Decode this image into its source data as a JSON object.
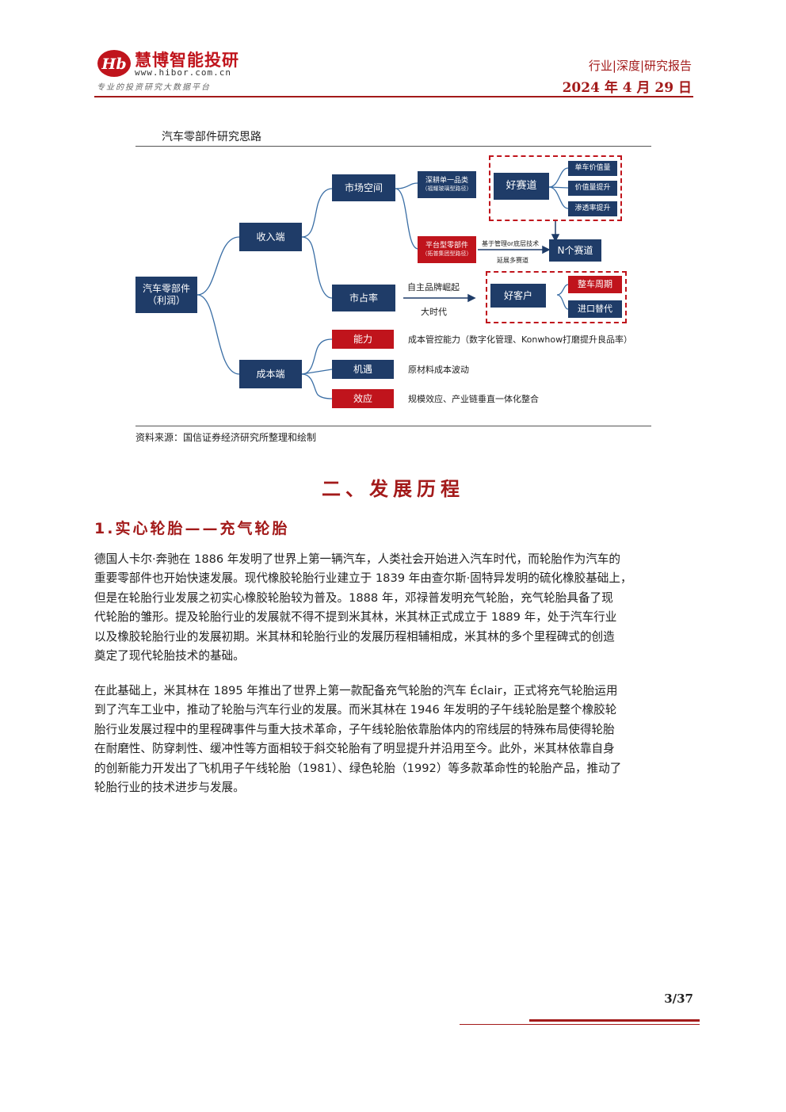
{
  "header": {
    "logo_text": "慧博智能投研",
    "logo_url": "www.hibor.com.cn",
    "logo_slogan": "专业的投资研究大数据平台",
    "report_type": "行业|深度|研究报告",
    "date": "2024 年 4 月 29 日",
    "brand_color": "#c0141c"
  },
  "figure": {
    "title": "汽车零部件研究思路",
    "source": "资料来源：国信证券经济研究所整理和绘制",
    "nodes": {
      "root": [
        "汽车零部件",
        "（利润）"
      ],
      "revenue": "收入端",
      "cost": "成本端",
      "market_space": "市场空间",
      "market_share": "市占率",
      "single_category": "深耕单一品类",
      "single_category_note": "（福耀玻璃型路径）",
      "platform": "平台型零部件",
      "platform_note": "（拓普集团型路径）",
      "good_track": "好赛道",
      "vehicle_value": "单车价值量",
      "value_increase": "价值量提升",
      "penetration": "渗透率提升",
      "n_tracks": "N个赛道",
      "tech_note": "基于管理or底层技术",
      "extend_note": "延展多赛道",
      "self_brand": "自主品牌崛起",
      "big_era": "大时代",
      "good_customer": "好客户",
      "vehicle_cycle": "整车周期",
      "import_sub": "进口替代",
      "ability": "能力",
      "ability_desc": "成本管控能力（数字化管理、Konwhow打磨提升良品率）",
      "opportunity": "机遇",
      "opportunity_desc": "原材料成本波动",
      "effect": "效应",
      "effect_desc": "规模效应、产业链垂直一体化整合"
    },
    "colors": {
      "blue": "#1f3c68",
      "red": "#c0141c",
      "line": "#3a6ea5"
    }
  },
  "section_heading": "二、发展历程",
  "sub_heading": "1.实心轮胎——充气轮胎",
  "paragraphs": [
    [
      "德国人卡尔·奔驰在 1886 年发明了世界上第一辆汽车，人类社会开始进入汽车时代，而轮胎作为汽车的",
      "重要零部件也开始快速发展。现代橡胶轮胎行业建立于  1839  年由查尔斯·固特异发明的硫化橡胶基础上，",
      "但是在轮胎行业发展之初实心橡胶轮胎较为普及。1888 年，邓禄普发明充气轮胎，充气轮胎具备了现",
      "代轮胎的雏形。提及轮胎行业的发展就不得不提到米其林，米其林正式成立于 1889 年，处于汽车行业",
      "以及橡胶轮胎行业的发展初期。米其林和轮胎行业的发展历程相辅相成，米其林的多个里程碑式的创造",
      "奠定了现代轮胎技术的基础。"
    ],
    [
      "在此基础上，米其林在 1895 年推出了世界上第一款配备充气轮胎的汽车 Éclair，正式将充气轮胎运用",
      "到了汽车工业中，推动了轮胎与汽车行业的发展。而米其林在 1946 年发明的子午线轮胎是整个橡胶轮",
      "胎行业发展过程中的里程碑事件与重大技术革命，子午线轮胎依靠胎体内的帘线层的特殊布局使得轮胎",
      "在耐磨性、防穿刺性、缓冲性等方面相较于斜交轮胎有了明显提升并沿用至今。此外，米其林依靠自身",
      "的创新能力开发出了飞机用子午线轮胎（1981）、绿色轮胎（1992）等多款革命性的轮胎产品，推动了",
      "轮胎行业的技术进步与发展。"
    ]
  ],
  "footer": {
    "page": "3/37"
  }
}
